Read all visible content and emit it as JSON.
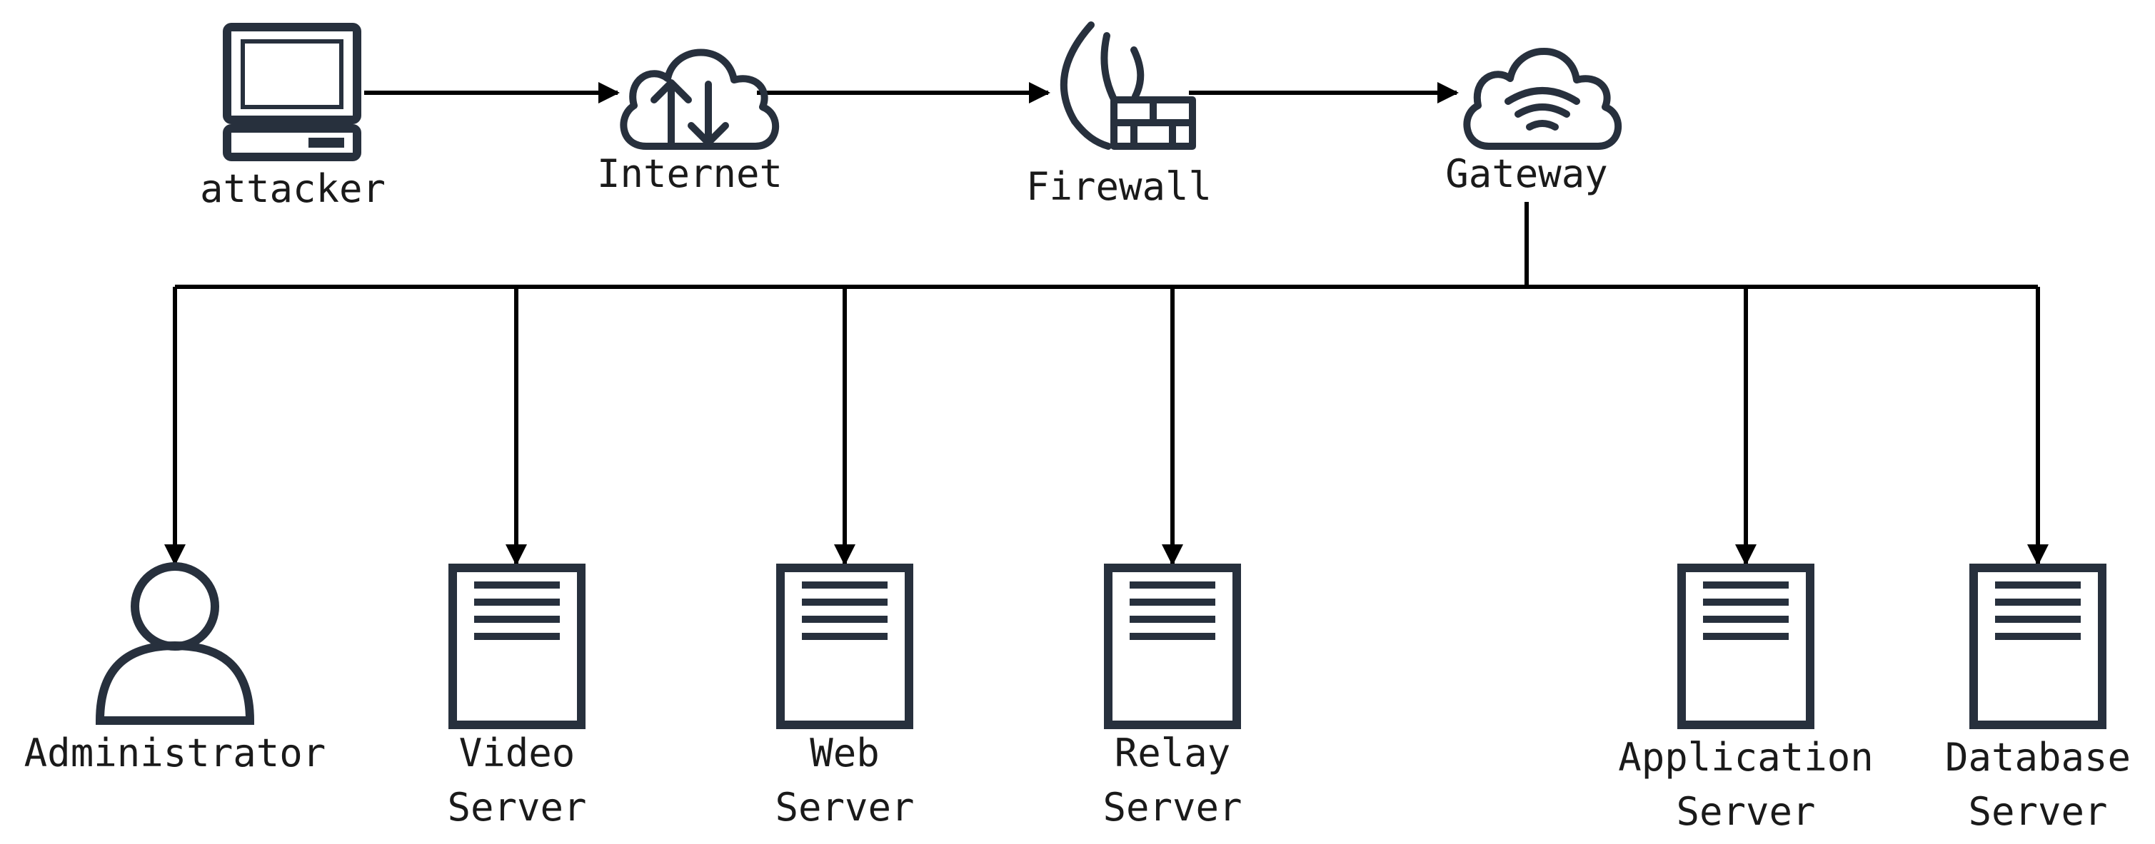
{
  "top_row": {
    "attacker_label": "attacker",
    "internet_label": "Internet",
    "firewall_label": "Firewall",
    "gateway_label": "Gateway"
  },
  "bottom_row": {
    "administrator_label": "Administrator",
    "video_server_label": [
      "Video",
      "Server"
    ],
    "web_server_label": [
      "Web",
      "Server"
    ],
    "relay_server_label": [
      "Relay",
      "Server"
    ],
    "application_server_label": [
      "Application",
      "Server"
    ],
    "database_server_label": [
      "Database",
      "Server"
    ]
  },
  "colors": {
    "icon_stroke": "#27303d",
    "line": "#000000",
    "text": "#1a1a1a"
  }
}
